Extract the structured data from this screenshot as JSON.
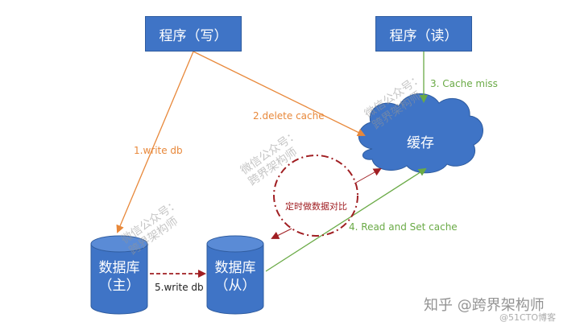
{
  "nodes": {
    "writer": "程序（写）",
    "reader": "程序（读）",
    "cache": "缓存",
    "master_db": {
      "line1": "数据库",
      "line2": "（主）"
    },
    "slave_db": {
      "line1": "数据库",
      "line2": "（从）"
    },
    "compare": "定时做数据对比"
  },
  "edges": {
    "write_db": "1.write db",
    "delete_cache": "2.delete cache",
    "cache_miss": "3. Cache miss",
    "read_set_cache": "4. Read and Set cache",
    "replicate": "5.write db"
  },
  "watermark": {
    "line1": "微信公众号：",
    "line2": "跨界架构师"
  },
  "footer": {
    "zhihu": "知乎 @跨界架构师",
    "blog": "@51CTO博客"
  },
  "colors": {
    "box_fill": "#3f74c6",
    "orange": "#e8883a",
    "green": "#6aaa46",
    "darkred": "#a01e22"
  }
}
